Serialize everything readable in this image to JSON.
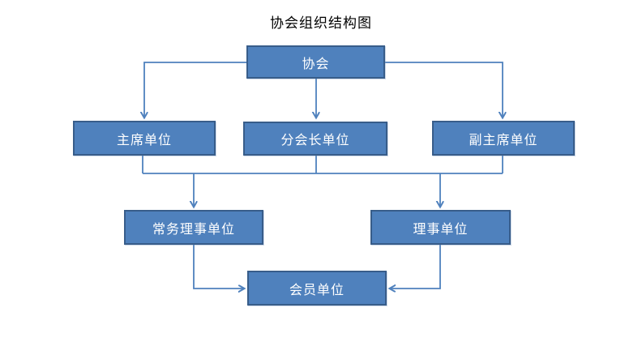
{
  "title": "协会组织结构图",
  "colors": {
    "box_fill": "#4f81bd",
    "box_border": "#385d8a",
    "connector": "#4f81bd",
    "title_text": "#000000",
    "box_text": "#ffffff",
    "background": "#ffffff"
  },
  "diagram": {
    "type": "org-chart",
    "nodes": [
      {
        "id": "association",
        "label": "协会"
      },
      {
        "id": "chairman-unit",
        "label": "主席单位"
      },
      {
        "id": "branch-president-unit",
        "label": "分会长单位"
      },
      {
        "id": "vice-chairman-unit",
        "label": "副主席单位"
      },
      {
        "id": "executive-director-unit",
        "label": "常务理事单位"
      },
      {
        "id": "director-unit",
        "label": "理事单位"
      },
      {
        "id": "member-unit",
        "label": "会员单位"
      }
    ],
    "edges": [
      {
        "from": "协会",
        "to": "主席单位"
      },
      {
        "from": "协会",
        "to": "分会长单位"
      },
      {
        "from": "协会",
        "to": "副主席单位"
      },
      {
        "from": "主席单位",
        "to": "常务理事单位"
      },
      {
        "from": "主席单位",
        "to": "理事单位"
      },
      {
        "from": "分会长单位",
        "to": "常务理事单位"
      },
      {
        "from": "分会长单位",
        "to": "理事单位"
      },
      {
        "from": "副主席单位",
        "to": "常务理事单位"
      },
      {
        "from": "副主席单位",
        "to": "理事单位"
      },
      {
        "from": "常务理事单位",
        "to": "会员单位"
      },
      {
        "from": "理事单位",
        "to": "会员单位"
      }
    ]
  }
}
